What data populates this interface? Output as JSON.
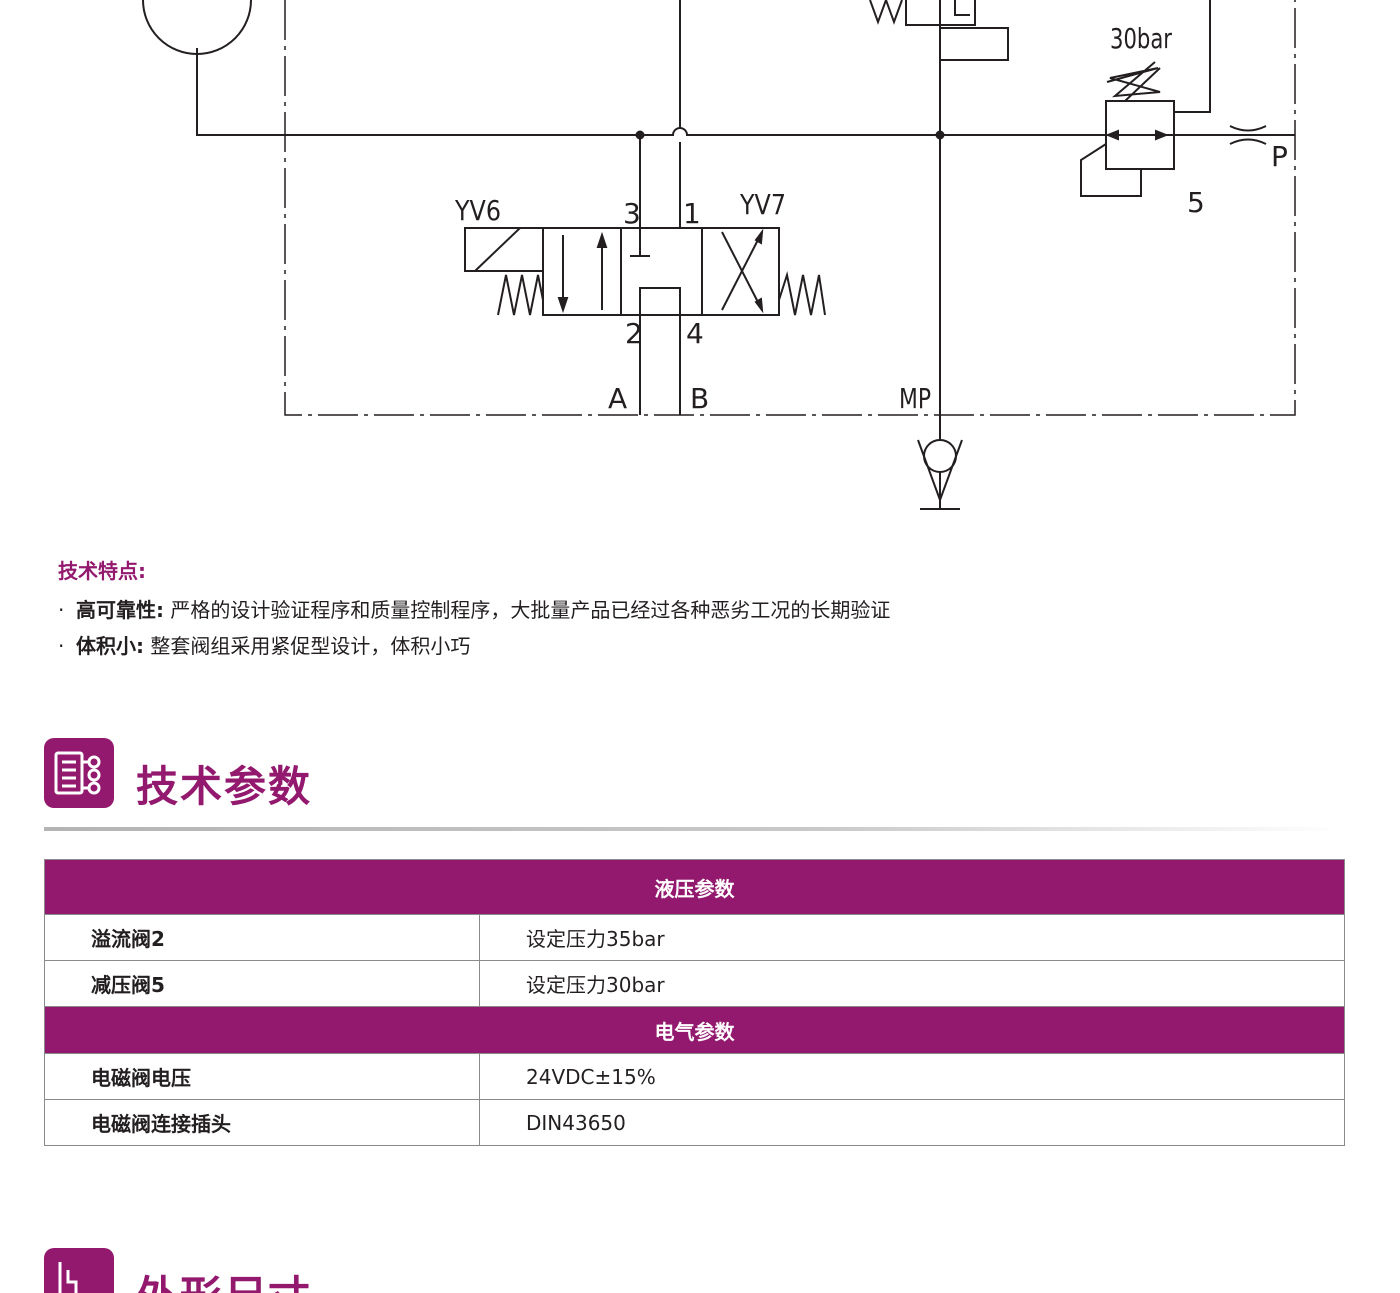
{
  "schematic": {
    "labels": {
      "pressure_30bar": "30bar",
      "port_p": "P",
      "valve5": "5",
      "yv6": "YV6",
      "yv7": "YV7",
      "port_num_3": "3",
      "port_num_1": "1",
      "port_num_2": "2",
      "port_num_4": "4",
      "port_a": "A",
      "port_b": "B",
      "port_mp": "MP"
    }
  },
  "features": {
    "heading": "技术特点:",
    "items": [
      {
        "bullet": "·",
        "title": "高可靠性:",
        "text": " 严格的设计验证程序和质量控制程序，大批量产品已经过各种恶劣工况的长期验证"
      },
      {
        "bullet": "·",
        "title": "体积小:",
        "text": " 整套阀组采用紧促型设计，体积小巧"
      }
    ]
  },
  "sections": {
    "tech_params_title": "技术参数",
    "dimensions_title": "外形尺寸"
  },
  "table": {
    "hydraulic_header": "液压参数",
    "hydraulic_rows": [
      {
        "key": "溢流阀2",
        "value": "设定压力35bar"
      },
      {
        "key": "减压阀5",
        "value": "设定压力30bar"
      }
    ],
    "electrical_header": "电气参数",
    "electrical_rows": [
      {
        "key": "电磁阀电压",
        "value": "24VDC±15%"
      },
      {
        "key": "电磁阀连接插头",
        "value": "DIN43650"
      }
    ]
  },
  "colors": {
    "accent": "#93196e",
    "text": "#231f20",
    "border": "#8a8a8a"
  },
  "icons": [
    "list-gear-icon",
    "dimension-icon"
  ]
}
